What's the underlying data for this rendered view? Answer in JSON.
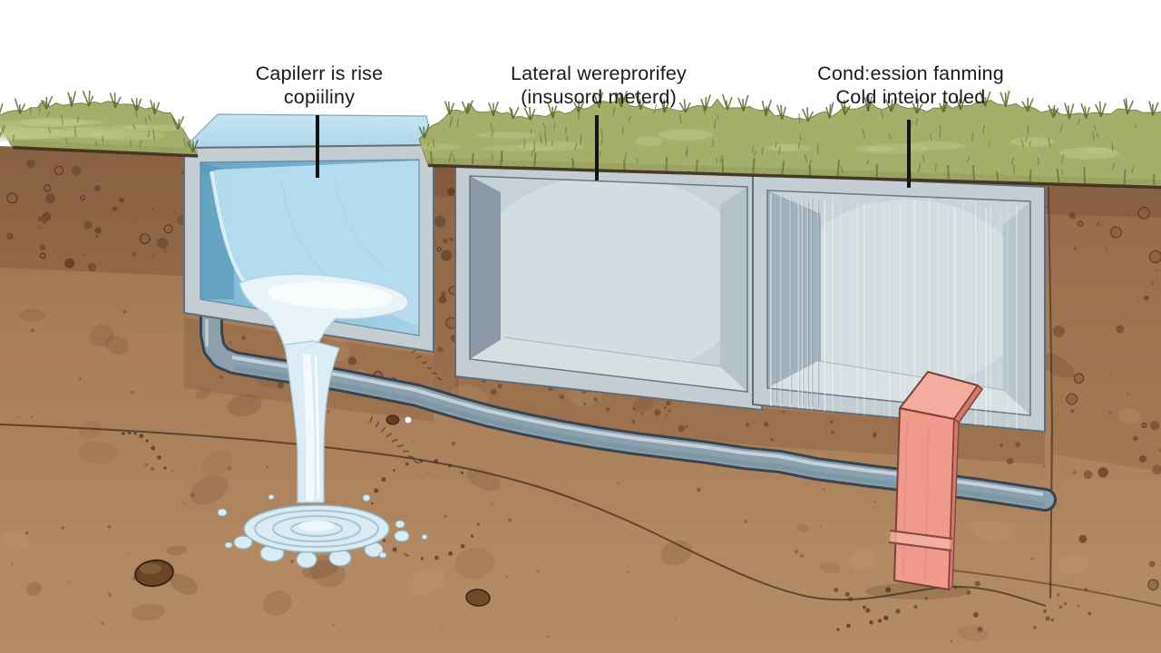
{
  "figure": {
    "type": "illustrated cross-section diagram",
    "description": "Underground basement cross-section illustration with three labelled compartments, water pouring from the first, a drain pipe and a pink duct",
    "labels": [
      {
        "line1": "Capilerr is rise",
        "line2": "copiiliny"
      },
      {
        "line1": "Lateral wereprorifey",
        "line2": "(insusord meterd)"
      },
      {
        "line1": "Cond:ession fanming",
        "line2": "Cold inteior toled"
      }
    ],
    "colors": {
      "sky": "#ffffff",
      "grass": "#a5af69",
      "grass_dark": "#5c6a35",
      "grass_light": "#c2c98a",
      "soil_top": "#96704e",
      "soil_dark": "#6e452c",
      "soil_line": "#3f2e1e",
      "concrete": "#c4cdd2",
      "concrete_edge": "#5f6e79",
      "membrane_blue": "#8fc4de",
      "water": "#d9ebf3",
      "water_edge": "#8fb5c5",
      "pipe": "#8ba0ad",
      "pipe_edge": "#39454e",
      "duct": "#ef9a8b",
      "duct_edge": "#7c4038",
      "text": "#1a1a1a"
    }
  }
}
